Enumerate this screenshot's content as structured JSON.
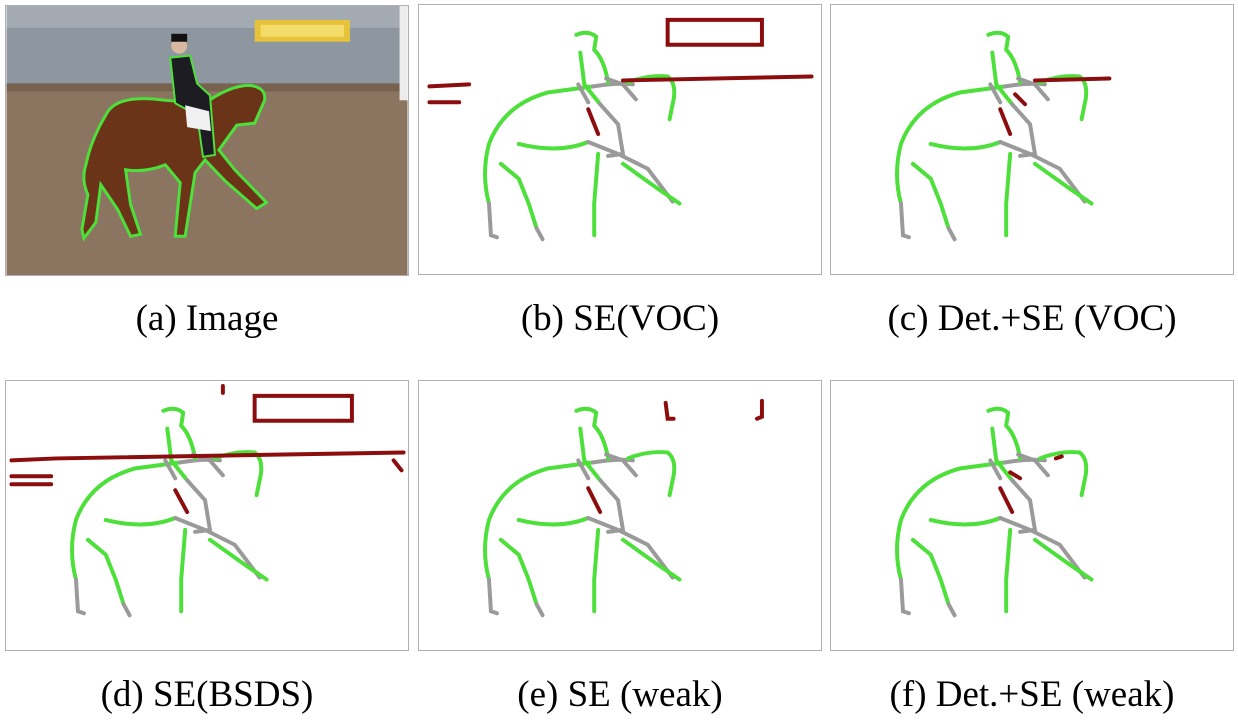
{
  "figure": {
    "panels": [
      {
        "id": "a",
        "caption": "(a) Image"
      },
      {
        "id": "b",
        "caption": "(b) SE(VOC)"
      },
      {
        "id": "c",
        "caption": "(c) Det.+SE (VOC)"
      },
      {
        "id": "d",
        "caption": "(d) SE(BSDS)"
      },
      {
        "id": "e",
        "caption": "(e) SE (weak)"
      },
      {
        "id": "f",
        "caption": "(f) Det.+SE (weak)"
      }
    ],
    "colors": {
      "true_positive": "#4ddf3a",
      "missed": "#9a9a9a",
      "false_positive": "#8b0d0d",
      "arena_wall": "#8e96a0",
      "arena_floor": "#8b7560",
      "banner": "#e6c33a",
      "horse": "#6b3418",
      "rider": "#1c1c22"
    }
  }
}
